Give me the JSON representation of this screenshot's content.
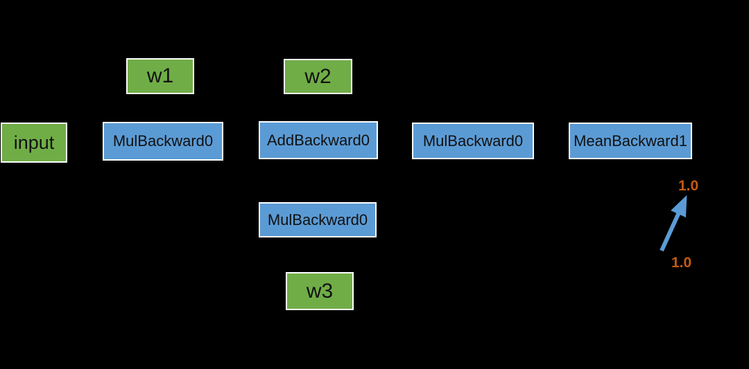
{
  "diagram": {
    "title": "autograd-computational-graph",
    "background_color": "#000000",
    "colors": {
      "parameter_fill": "#70ad47",
      "operation_fill": "#5b9bd5",
      "box_border": "#ffffff",
      "box_text": "#111111",
      "gradient_text": "#c55a11",
      "arrow": "#5b9bd5"
    },
    "nodes": [
      {
        "id": "input",
        "label": "input",
        "type": "parameter"
      },
      {
        "id": "w1",
        "label": "w1",
        "type": "parameter"
      },
      {
        "id": "w2",
        "label": "w2",
        "type": "parameter"
      },
      {
        "id": "w3",
        "label": "w3",
        "type": "parameter"
      },
      {
        "id": "mul-backward-1",
        "label": "MulBackward0",
        "type": "operation"
      },
      {
        "id": "add-backward",
        "label": "AddBackward0",
        "type": "operation"
      },
      {
        "id": "mul-backward-2",
        "label": "MulBackward0",
        "type": "operation"
      },
      {
        "id": "mean-backward",
        "label": "MeanBackward1",
        "type": "operation"
      },
      {
        "id": "mul-backward-3",
        "label": "MulBackward0",
        "type": "operation"
      }
    ],
    "gradient_labels": [
      {
        "id": "grad-top",
        "value": "1.0"
      },
      {
        "id": "grad-bottom",
        "value": "1.0"
      }
    ]
  }
}
